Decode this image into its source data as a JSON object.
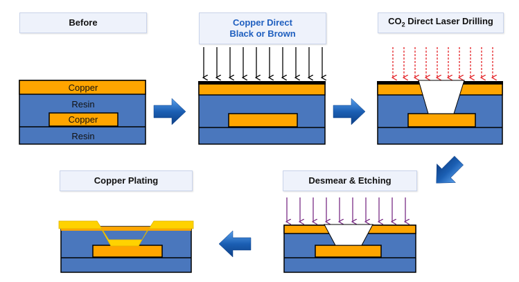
{
  "steps": {
    "before": {
      "title": "Before",
      "layers": {
        "top_copper": "Copper",
        "resin_upper": "Resin",
        "inner_copper": "Copper",
        "resin_lower": "Resin"
      }
    },
    "black": {
      "title_line1": "Copper Direct",
      "title_line2": "Black or Brown"
    },
    "laser": {
      "title_prefix": "CO",
      "title_sub": "2",
      "title_suffix": " Direct Laser Drilling"
    },
    "desmear": {
      "title": "Desmear & Etching"
    },
    "plating": {
      "title": "Copper Plating"
    }
  },
  "colors": {
    "copper": "#ffa500",
    "resin": "#4a77bd",
    "base_line": "#000000",
    "plating": "#ffd200",
    "laser_arrow": "#e4262b",
    "black_arrow": "#000000",
    "etch_arrow": "#7a2c86",
    "flow_arrow": "#1b5fb3",
    "label_bg": "#eef2fb"
  }
}
